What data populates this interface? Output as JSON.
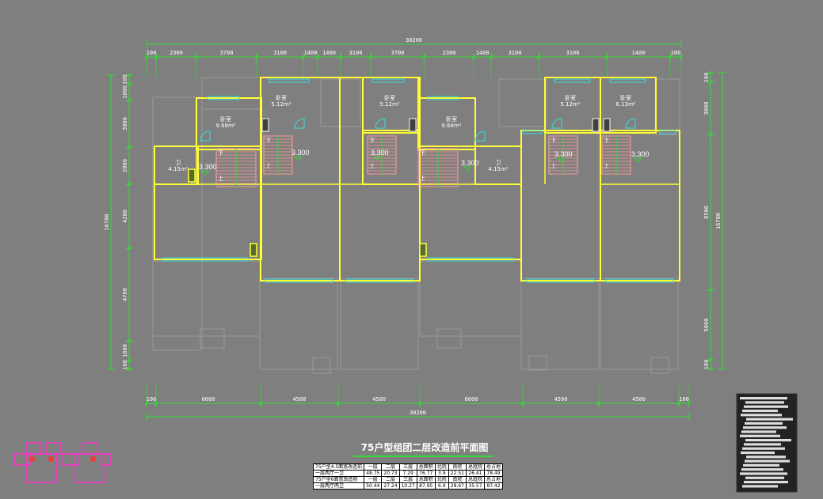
{
  "drawing": {
    "title": "75户型组团二层改造前平面图",
    "top_overall": "30200",
    "bottom_overall": "30200",
    "top_segments": [
      "100",
      "2300",
      "3700",
      "3100",
      "1400",
      "1400",
      "3100",
      "3700",
      "2300",
      "1400",
      "3100",
      "3100",
      "1400",
      "100"
    ],
    "bottom_segments": [
      "100",
      "6000",
      "4500",
      "4500",
      "6000",
      "4500",
      "4500",
      "100"
    ],
    "left_segments": [
      "100",
      "1000",
      "3000",
      "2000",
      "4200",
      "4700",
      "1600",
      "100"
    ],
    "left_overall": "16700",
    "right_segments": [
      "100",
      "3000",
      "8500",
      "5000",
      "100"
    ],
    "right_overall": "16700",
    "rooms": {
      "bedroom": "卧室",
      "bath": "卫",
      "up": "上",
      "down": "下",
      "area_a": "5.12m²",
      "area_b": "9.68m²",
      "area_c": "4.15m²",
      "area_d": "6.13m²"
    },
    "elevation": "3.300"
  },
  "area_table": {
    "rows": [
      [
        "75户型4.5面宽改造前",
        "一层",
        "二层",
        "三层",
        "总面积",
        "北院",
        "南院",
        "总庭院",
        "总占地"
      ],
      [
        "一层两厅一卫",
        "48.75",
        "20.73",
        "7.29",
        "76.77",
        "3.9",
        "22.51",
        "26.41",
        "78.49"
      ],
      [
        "75户型6面宽改造前",
        "一层",
        "二层",
        "三层",
        "总面积",
        "北院",
        "南院",
        "总庭院",
        "总占地"
      ],
      [
        "一层两厅两卫",
        "50.44",
        "27.24",
        "10.27",
        "87.95",
        "6.9",
        "28.67",
        "35.57",
        "87.42"
      ]
    ]
  },
  "colors": {
    "background": "#7f7f7f",
    "wall": "#ffff33",
    "dimension": "#33dd33",
    "window": "#33dddd",
    "stair": "#ff9999",
    "keyplan": "#ff33cc",
    "ghost": "#9a9a9a"
  }
}
